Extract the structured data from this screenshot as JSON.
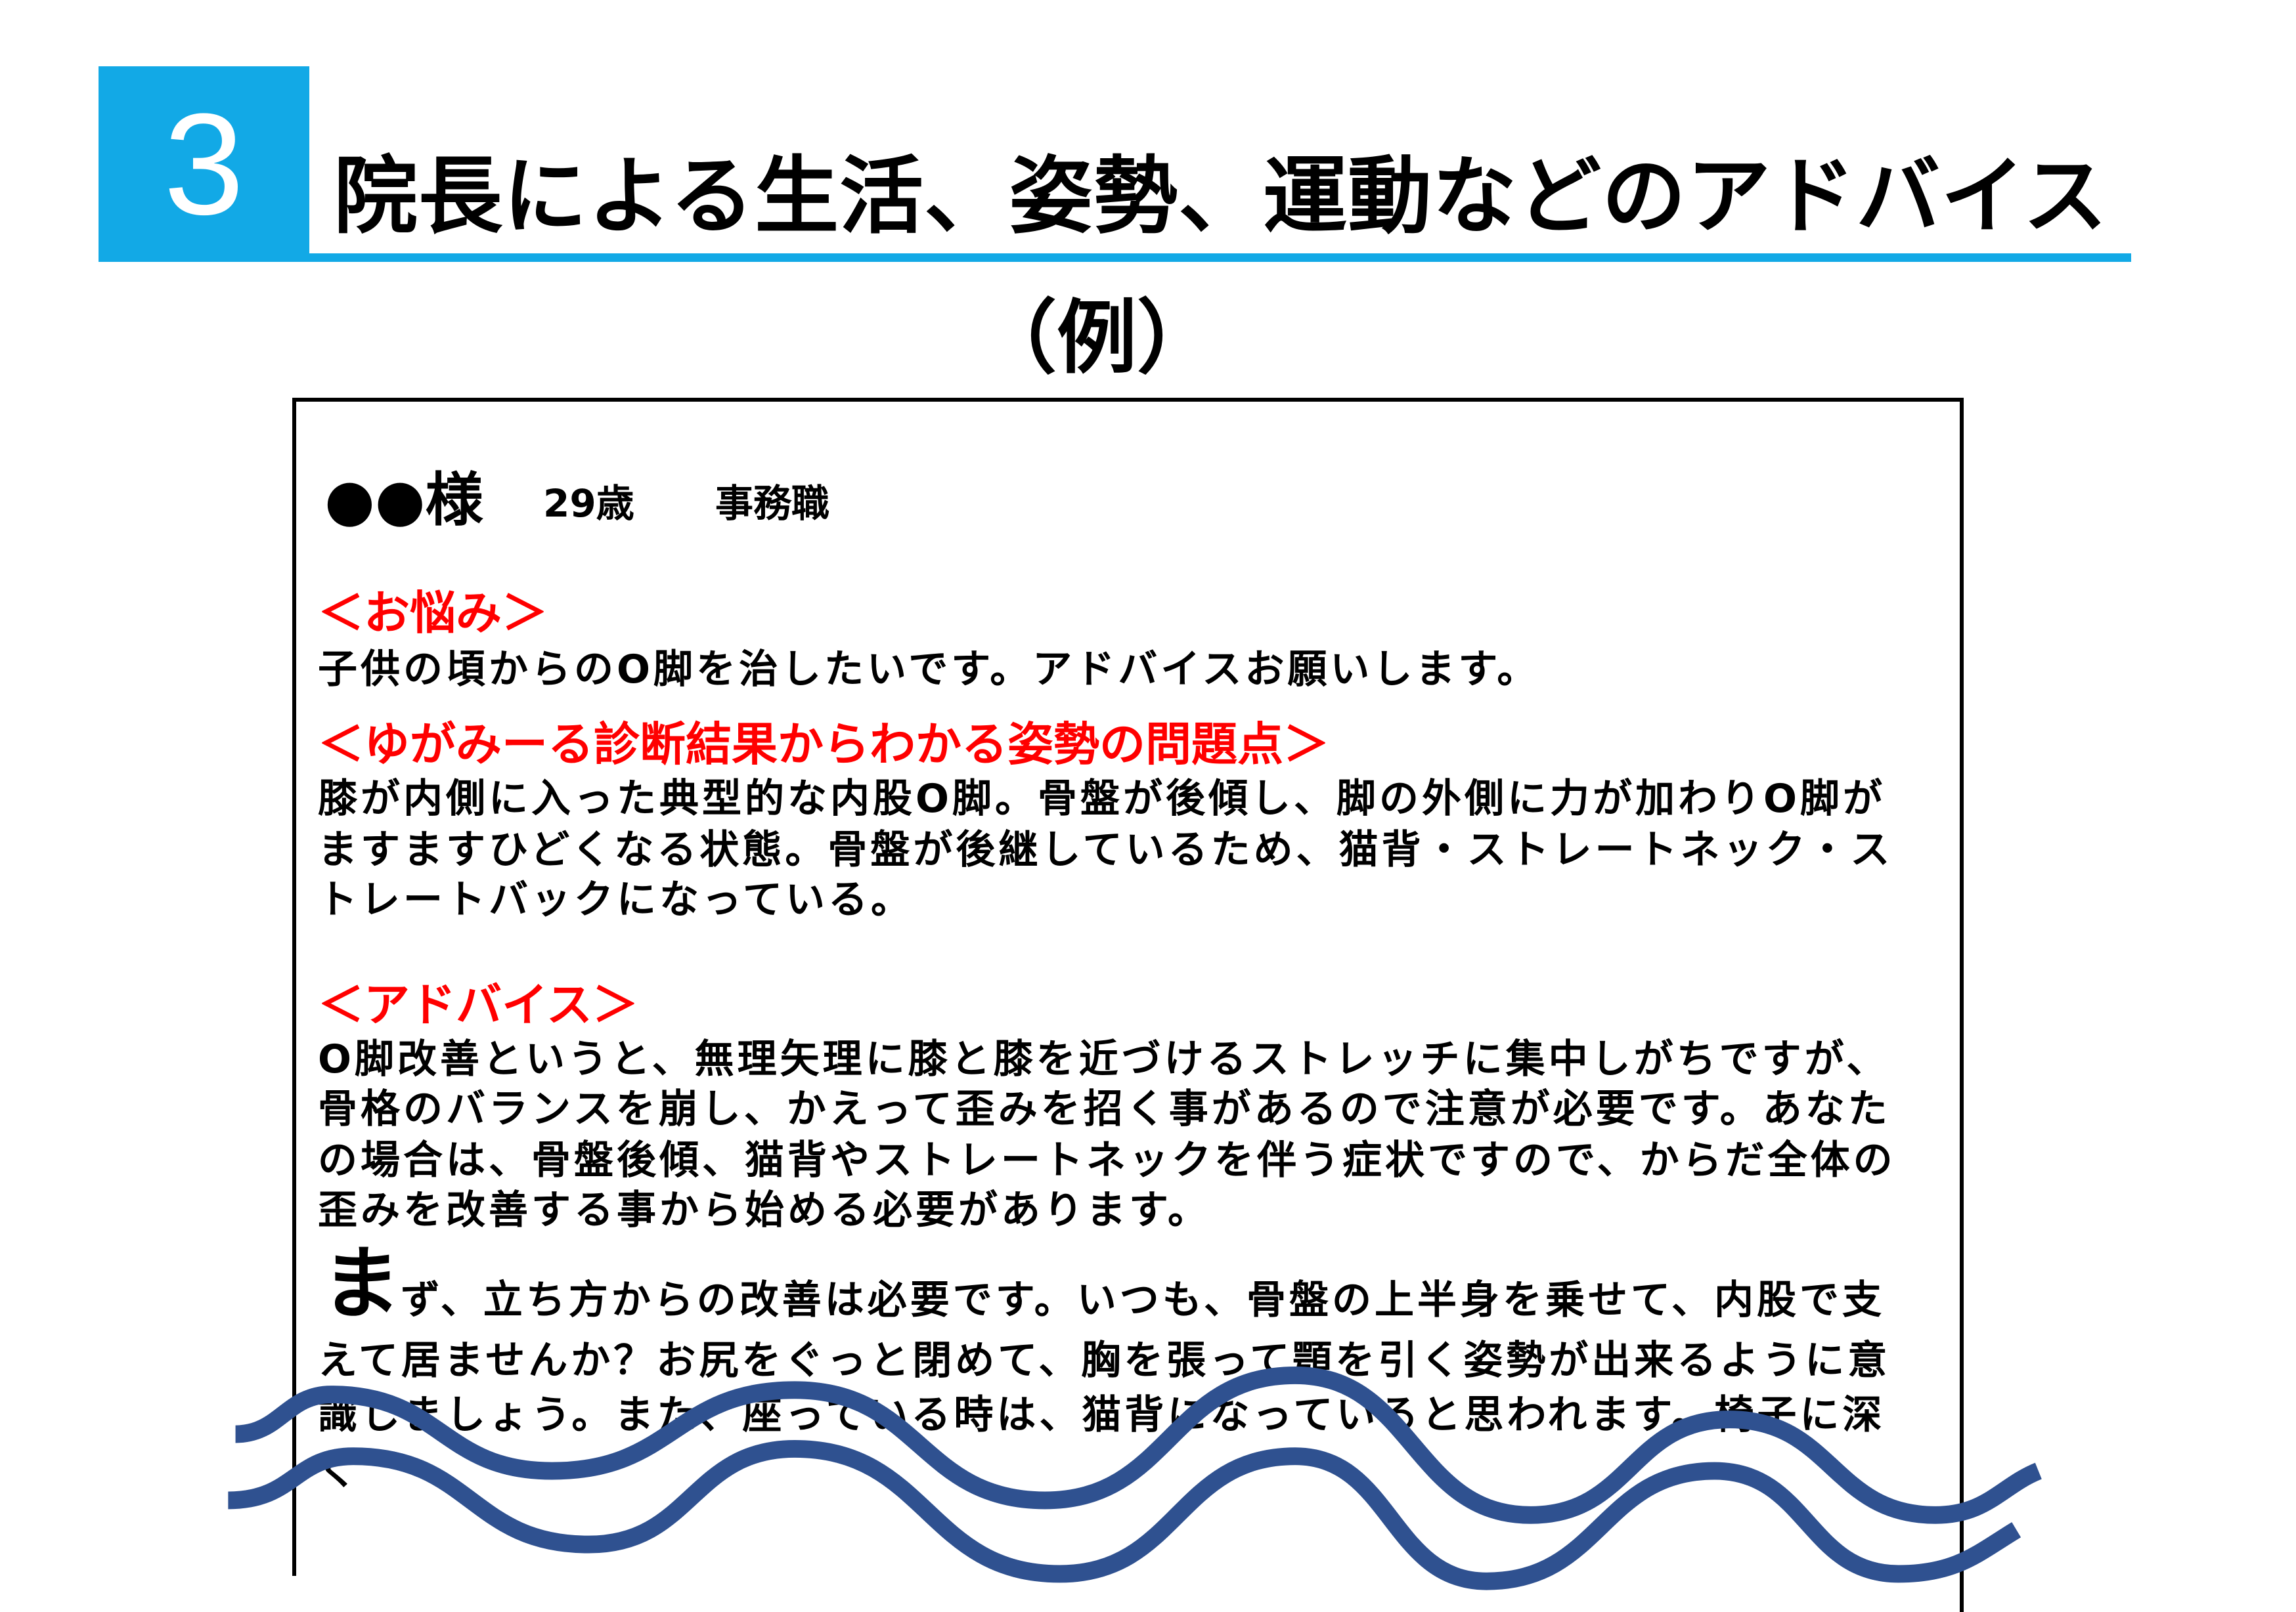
{
  "section": {
    "number": "3",
    "title": "院長による生活、姿勢、運動などのアドバイス",
    "subtitle": "（例）",
    "accent_color": "#12a9e6"
  },
  "patient": {
    "name": "●●様",
    "age": "29歳",
    "occupation": "事務職"
  },
  "concern": {
    "heading": "＜お悩み＞",
    "lines": [
      "子供の頃からのO脚を治したいです。アドバイスお願いします。"
    ]
  },
  "diagnosis": {
    "heading": "＜ゆがみーる診断結果からわかる姿勢の問題点＞",
    "lines": [
      "膝が内側に入った典型的な内股O脚。骨盤が後傾し、脚の外側に力が加わりO脚が",
      "ますますひどくなる状態。骨盤が後継しているため、猫背・ストレートネック・ス",
      "トレートバックになっている。"
    ]
  },
  "advice": {
    "heading": "＜アドバイス＞",
    "lines": [
      "O脚改善というと、無理矢理に膝と膝を近づけるストレッチに集中しがちですが、",
      "骨格のバランスを崩し、かえって歪みを招く事があるので注意が必要です。あなた",
      "の場合は、骨盤後傾、猫背やストレートネックを伴う症状ですので、からだ全体の",
      "歪みを改善する事から始める必要があります。"
    ],
    "drop_char": "ま",
    "more_lines": [
      "ず、立ち方からの改善は必要です。いつも、骨盤の上半身を乗せて、内股で支",
      "えて居ませんか？お尻をぐっと閉めて、胸を張って顎を引く姿勢が出来るように意",
      "識しましょう。また、座っている時は、猫背になっていると思われます。椅子に深",
      "く"
    ]
  },
  "colors": {
    "heading": "#ff0000",
    "wave": "#2f5190"
  }
}
